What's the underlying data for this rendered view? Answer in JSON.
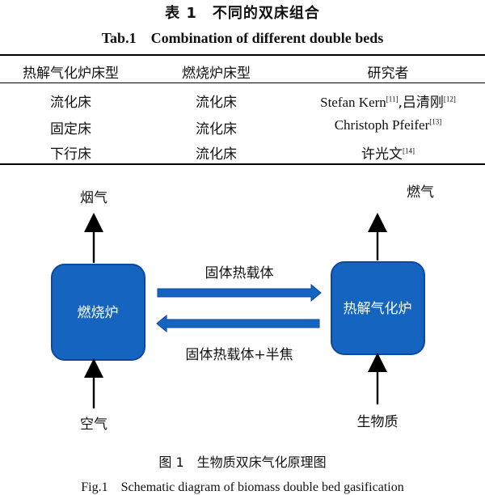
{
  "table": {
    "title_cn": "表 1　不同的双床组合",
    "title_en": "Tab.1　Combination of different double beds",
    "headers": [
      "热解气化炉床型",
      "燃烧炉床型",
      "研究者"
    ],
    "rows": [
      {
        "pyro": "流化床",
        "comb": "流化床",
        "researcher": "Stefan Kern",
        "ref": "[11]",
        "researcher2": ",吕清刚",
        "ref2": "[12]"
      },
      {
        "pyro": "固定床",
        "comb": "流化床",
        "researcher": "Christoph Pfeifer",
        "ref": "[13]"
      },
      {
        "pyro": "下行床",
        "comb": "流化床",
        "researcher": "许光文",
        "ref": "[14]"
      }
    ]
  },
  "diagram": {
    "combustor_label": "燃烧炉",
    "gasifier_label": "热解气化炉",
    "flue_gas": "烟气",
    "fuel_gas": "燃气",
    "air": "空气",
    "biomass": "生物质",
    "arrow_top_label": "固体热载体",
    "arrow_bottom_label": "固体热载体+半焦",
    "box_color": "#1565c0",
    "box_border": "#0d47a1"
  },
  "figure": {
    "title_cn": "图 1　生物质双床气化原理图",
    "title_en": "Fig.1　Schematic diagram of biomass double bed gasification"
  }
}
